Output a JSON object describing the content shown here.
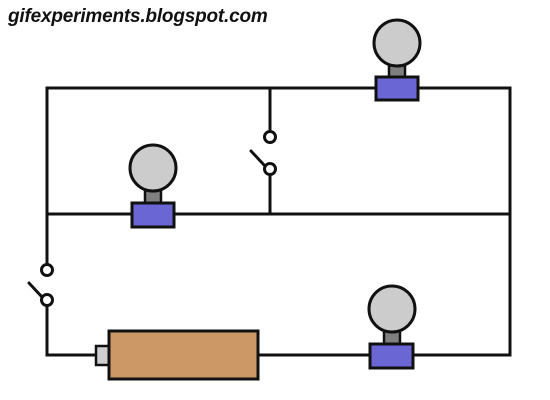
{
  "watermark": {
    "text": "gifexperiments.blogspot.com"
  },
  "colors": {
    "wire": "#111111",
    "bulb_glass": "#cccccc",
    "bulb_neck": "#808080",
    "bulb_base": "#6a67d4",
    "battery_body": "#cc9966",
    "battery_terminal": "#cfcfcf",
    "background": "#ffffff"
  },
  "components": {
    "bulbs": [
      {
        "id": "bulb-top-right",
        "lit": false
      },
      {
        "id": "bulb-middle-left",
        "lit": false
      },
      {
        "id": "bulb-bottom-right",
        "lit": false
      }
    ],
    "switches": [
      {
        "id": "switch-upper",
        "state": "open"
      },
      {
        "id": "switch-lower",
        "state": "open"
      }
    ],
    "battery": {
      "id": "battery"
    }
  }
}
